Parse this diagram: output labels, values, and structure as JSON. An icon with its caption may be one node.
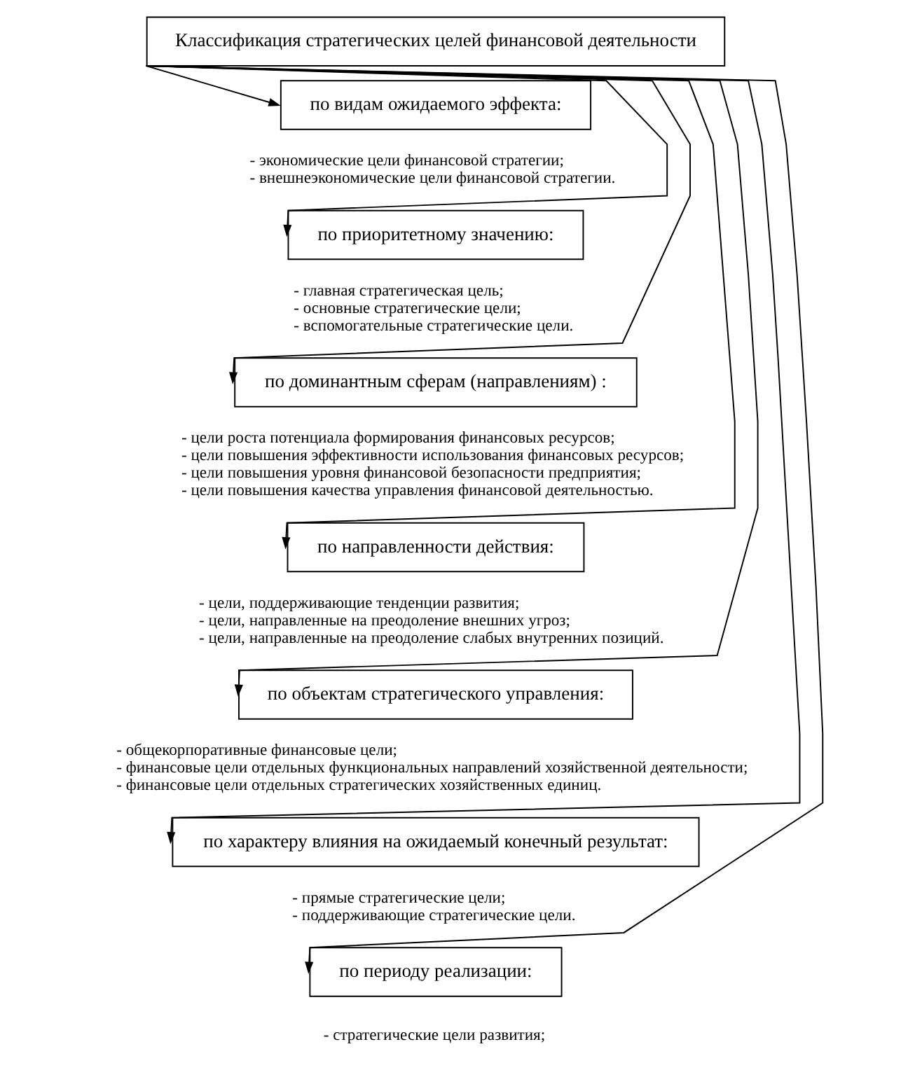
{
  "diagram": {
    "nodes": [
      {
        "text": [
          "Классификация стратегических целей финансовой деятельности"
        ]
      },
      {
        "text": [
          "по видам ожидаемого эффекта:"
        ],
        "beside": [
          "- экономические цели финансовой стратегии;",
          "- внешнеэкономические цели финансовой стратегии."
        ]
      },
      {
        "text": [
          "по приоритетному значению:"
        ],
        "beside": [
          "- главная стратегическая цель;",
          "- основные стратегические цели;",
          "- вспомогательные стратегические цели."
        ]
      },
      {
        "text": [
          "по доминантным сферам (направлениям) :"
        ],
        "beside": [
          "- цели роста потенциала формирования финансовых ресурсов;",
          "- цели повышения эффективности использования финансовых ресурсов;",
          "- цели повышения уровня финансовой безопасности предприятия;",
          "- цели повышения качества управления финансовой деятельностью."
        ]
      },
      {
        "text": [
          "по направленности действия:"
        ],
        "beside": [
          "- цели, поддерживающие тенденции развития;",
          "- цели, направленные на преодоление внешних угроз;",
          "- цели, направленные на преодоление слабых внутренних позиций."
        ]
      },
      {
        "text": [
          "по объектам стратегического управления:"
        ],
        "beside": [
          "- общекорпоративные финансовые цели;",
          "- финансовые цели отдельных функциональных направлений хозяйственной деятельности;",
          "- финансовые цели отдельных стратегических хозяйственных единиц."
        ]
      },
      {
        "text": [
          "по характеру влияния на ожидаемый конечный результат:"
        ],
        "beside": [
          "- прямые стратегические цели;",
          "- поддерживающие стратегические цели."
        ]
      },
      {
        "text": [
          "по периоду реализации:"
        ],
        "beside": [
          "- стратегические цели развития;"
        ]
      }
    ],
    "edges": [
      {
        "from": 0,
        "to": 1,
        "arrow": "to"
      },
      {
        "from": 0,
        "to": 2,
        "arrow": "to"
      },
      {
        "from": 0,
        "to": 3,
        "arrow": "to"
      },
      {
        "from": 0,
        "to": 4,
        "arrow": "to"
      },
      {
        "from": 0,
        "to": 5,
        "arrow": "to"
      },
      {
        "from": 0,
        "to": 6,
        "arrow": "to"
      },
      {
        "from": 0,
        "to": 7,
        "arrow": "to"
      }
    ]
  }
}
